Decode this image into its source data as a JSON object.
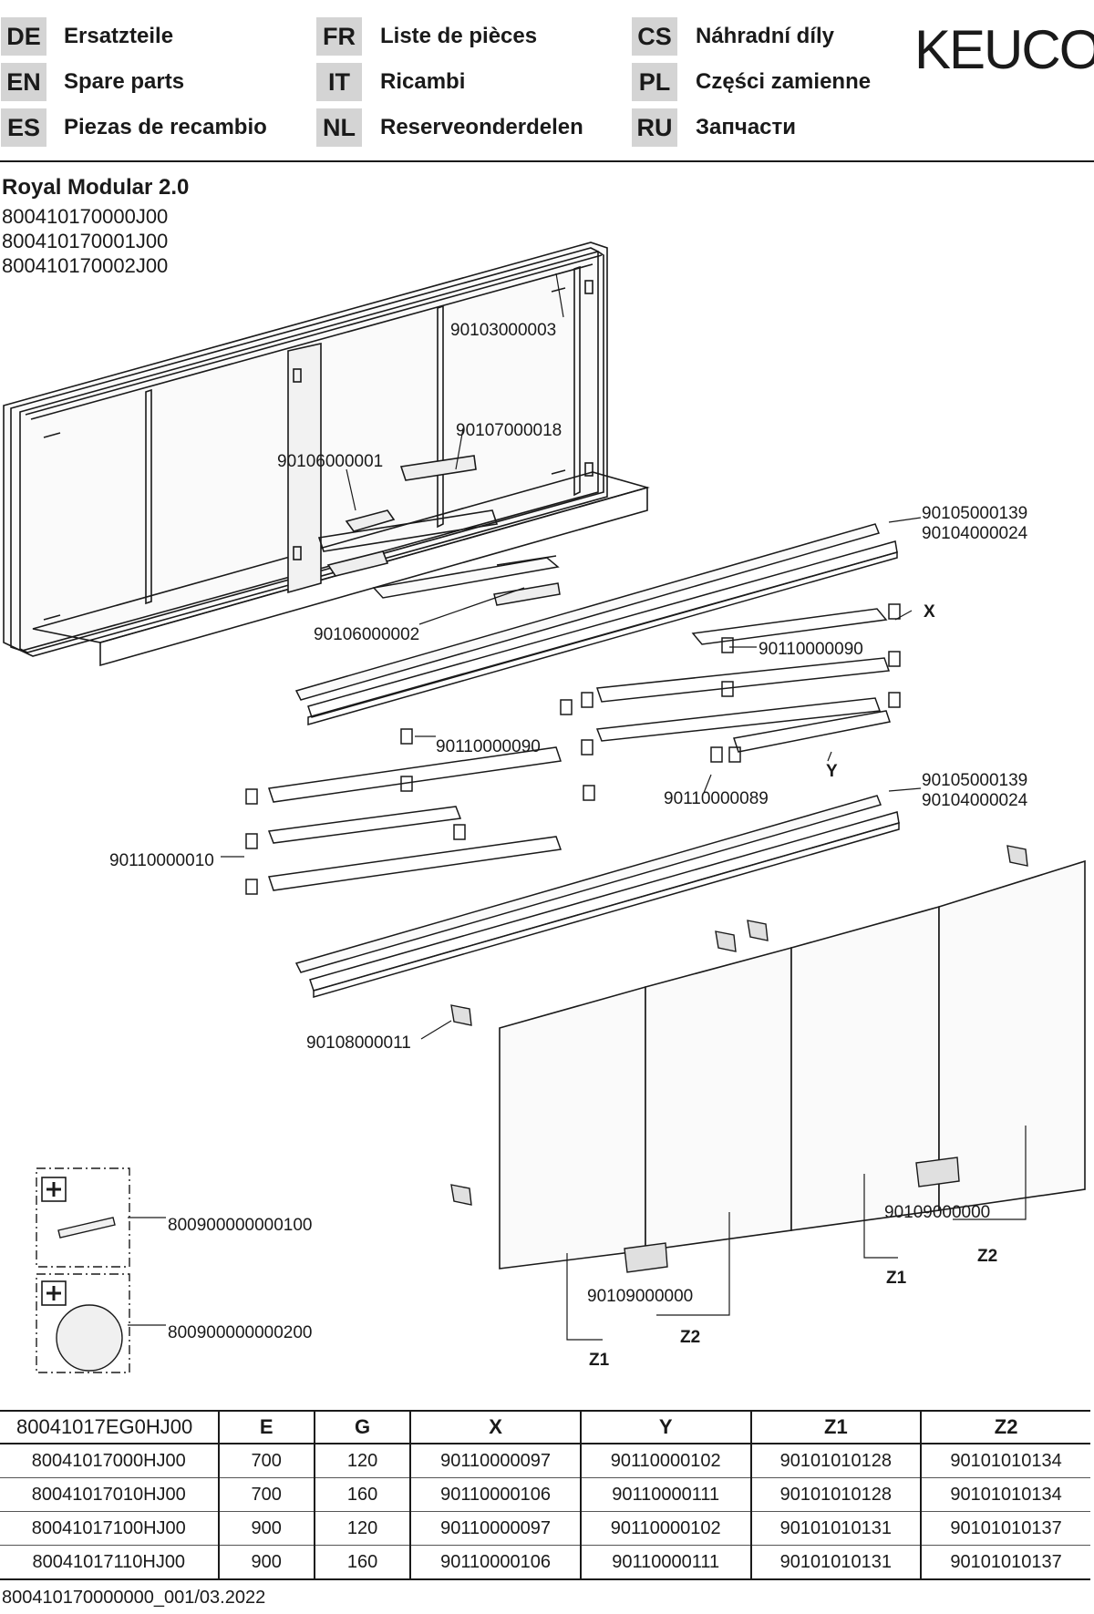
{
  "languages": [
    {
      "code": "DE",
      "name": "Ersatzteile"
    },
    {
      "code": "EN",
      "name": "Spare parts"
    },
    {
      "code": "ES",
      "name": "Piezas de recambio"
    },
    {
      "code": "FR",
      "name": "Liste de pièces"
    },
    {
      "code": "IT",
      "name": "Ricambi"
    },
    {
      "code": "NL",
      "name": "Reserveonderdelen"
    },
    {
      "code": "CS",
      "name": "Náhradní díly"
    },
    {
      "code": "PL",
      "name": "Części zamienne"
    },
    {
      "code": "RU",
      "name": "Запчасти"
    }
  ],
  "brand": "KEUCO",
  "product": {
    "title": "Royal Modular 2.0",
    "codes": [
      "800410170000J00",
      "800410170001J00",
      "800410170002J00"
    ]
  },
  "callouts": {
    "c1": "90103000003",
    "c2": "90107000018",
    "c3": "90106000001",
    "c4": "90105000139",
    "c5": "90104000024",
    "c6": "X",
    "c7": "90106000002",
    "c8": "90110000090",
    "c9": "90110000090",
    "c10": "Y",
    "c11": "90110000089",
    "c12": "90105000139",
    "c13": "90104000024",
    "c14": "90110000010",
    "c15": "90108000011",
    "c16": "800900000000100",
    "c17": "800900000000200",
    "c18": "90109000000",
    "c19": "90109000000",
    "c20": "Z1",
    "c21": "Z2",
    "c22": "Z1",
    "c23": "Z2"
  },
  "table": {
    "headers": [
      "80041017EG0HJ00",
      "E",
      "G",
      "X",
      "Y",
      "Z1",
      "Z2"
    ],
    "rows": [
      [
        "80041017000HJ00",
        "700",
        "120",
        "90110000097",
        "90110000102",
        "90101010128",
        "90101010134"
      ],
      [
        "80041017010HJ00",
        "700",
        "160",
        "90110000106",
        "90110000111",
        "90101010128",
        "90101010134"
      ],
      [
        "80041017100HJ00",
        "900",
        "120",
        "90110000097",
        "90110000102",
        "90101010131",
        "90101010137"
      ],
      [
        "80041017110HJ00",
        "900",
        "160",
        "90110000106",
        "90110000111",
        "90101010131",
        "90101010137"
      ]
    ]
  },
  "footer": "800410170000000_001/03.2022"
}
